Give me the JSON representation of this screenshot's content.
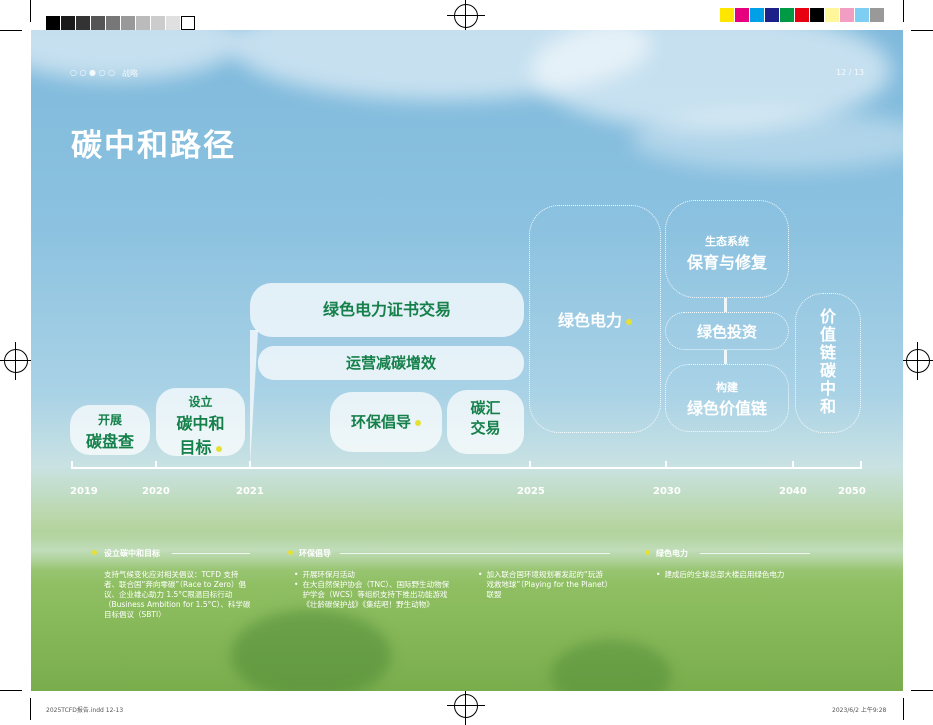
{
  "header": {
    "nav": "○ ○ ● ○ ○",
    "section": "战略",
    "page": "12 / 13"
  },
  "title": "碳中和路径",
  "bubbles": {
    "start_survey_line1": "开展",
    "start_survey_line2": "碳盘查",
    "set_goal_line1": "设立",
    "set_goal_line2": "碳中和",
    "set_goal_line3": "目标",
    "green_cert": "绿色电力证书交易",
    "ops_reduction": "运营减碳增效",
    "env_advocacy": "环保倡导",
    "carbon_sink_line1": "碳汇",
    "carbon_sink_line2": "交易",
    "green_power": "绿色电力",
    "ecosystem_line1": "生态系统",
    "ecosystem_line2": "保育与修复",
    "green_invest": "绿色投资",
    "value_chain_line1": "构建",
    "value_chain_line2": "绿色价值链",
    "value_chain_neutral": "价值链碳中和"
  },
  "years": [
    "2019",
    "2020",
    "2021",
    "2025",
    "2030",
    "2040",
    "2050"
  ],
  "notes": {
    "goal_heading": "设立碳中和目标",
    "goal_text": "支持气候变化应对相关倡议：TCFD 支持者、联合国“奔向零碳”（Race to Zero）倡议、企业雄心助力 1.5°C限温目标行动（Business Ambition for 1.5°C）、科学碳目标倡议（SBTI）",
    "env_heading": "环保倡导",
    "env_item1": "开展环保月活动",
    "env_item2": "在大自然保护协会（TNC）、国际野生动物保护学会（WCS）等组织支持下推出功能游戏《壮龄碳保护战》《集结吧！野生动物》",
    "env_item3": "加入联合国环境规划署发起的“玩游戏救地球”（Playing for the Planet）联盟",
    "power_heading": "绿色电力",
    "power_item1": "建成后的全球总部大楼启用绿色电力"
  },
  "footer": {
    "left": "2025TCFD报告.indd  12-13",
    "right": "2023/6/2  上午9:28"
  },
  "colors": {
    "green_text": "#15804a",
    "accent_dot": "#e6e032"
  }
}
